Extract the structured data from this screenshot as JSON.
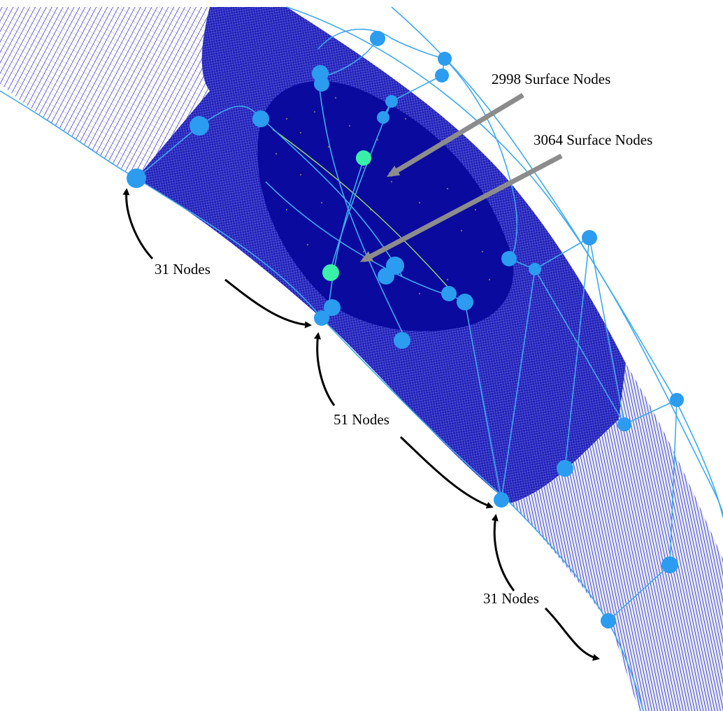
{
  "annotations": {
    "surface_nodes_top": "2998 Surface Nodes",
    "surface_nodes_bottom": "3064 Surface Nodes",
    "edge_upper": "31 Nodes",
    "edge_middle": "51 Nodes",
    "edge_lower": "31 Nodes"
  },
  "colors": {
    "background": "#ffffff",
    "mesh_dense": "#1a1ab8",
    "mesh_line": "#2a2acc",
    "patch_fill": "#0a0a9e",
    "geometry_curve": "#3fa9ee",
    "vertex_node": "#2b9cf0",
    "highlight_node": "#3af0a8",
    "callout_arrow": "#8c8c8c",
    "bracket_arrow": "#000000"
  }
}
